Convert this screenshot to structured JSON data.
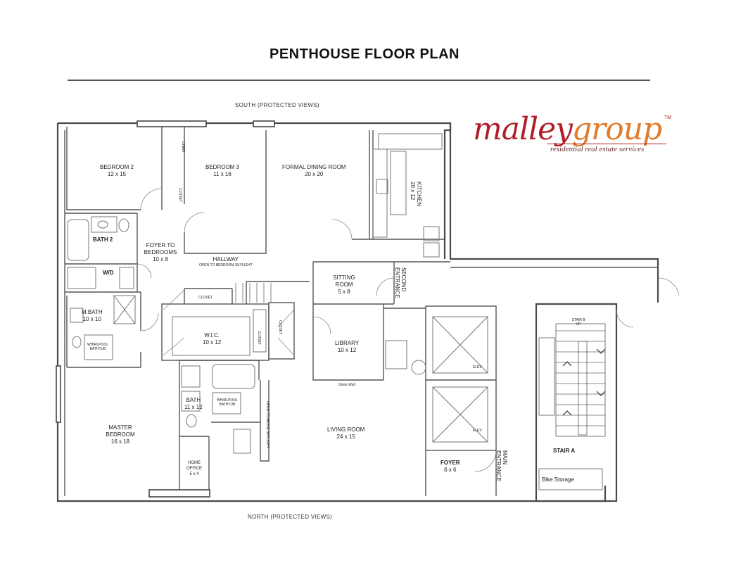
{
  "title": "PENTHOUSE FLOOR PLAN",
  "orientation": {
    "south": "SOUTH (PROTECTED VIEWS)",
    "north": "NORTH (PROTECTED VIEWS)"
  },
  "logo": {
    "word_a": "malley",
    "word_b": "group",
    "tm": "TM",
    "tagline": "residential real estate services"
  },
  "rooms": {
    "bedroom2": {
      "name": "BEDROOM 2",
      "dims": "12 x 15"
    },
    "bedroom3": {
      "name": "BEDROOM 3",
      "dims": "11 x 16"
    },
    "dining": {
      "name": "FORMAL DINING ROOM",
      "dims": "20 x 20"
    },
    "kitchen": {
      "name": "KITCHEN",
      "dims": "20 x 12"
    },
    "bath2": {
      "name": "BATH 2"
    },
    "foyer_bedrooms": {
      "name": "FOYER TO BEDROOMS",
      "dims": "10 x 8"
    },
    "wd": {
      "name": "W/D"
    },
    "hallway": {
      "name": "HALLWAY",
      "note": "OPEN TO BEDROOM SKYLIGHT"
    },
    "sitting": {
      "name": "SITTING ROOM",
      "dims": "5 x 8"
    },
    "second_entrance": {
      "name": "SECOND ENTRANCE"
    },
    "mbath": {
      "name": "M.BATH",
      "dims": "10 x 10"
    },
    "wic": {
      "name": "W.I.C.",
      "dims": "10 x 12"
    },
    "library": {
      "name": "LIBRARY",
      "dims": "10 x 12"
    },
    "bath": {
      "name": "BATH",
      "dims": "11 x 12"
    },
    "master": {
      "name": "MASTER BEDROOM",
      "dims": "16 x 18"
    },
    "living": {
      "name": "LIVING ROOM",
      "dims": "24 x 15"
    },
    "home_office": {
      "name": "HOME OFFICE",
      "dims": "5 x 4"
    },
    "foyer": {
      "name": "FOYER",
      "dims": "6 x 6"
    },
    "main_entrance": {
      "name": "MAIN ENTRANCE"
    },
    "stair_a": {
      "name": "STAIR A"
    },
    "bike_storage": {
      "name": "Bike Storage"
    }
  },
  "labels": {
    "closet_1": "CLOSET",
    "closet_2": "CLOSET",
    "linen": "LINEN",
    "closet_3": "CLOSET",
    "closet_4": "CLOSET",
    "skylight_vert": "OPEN TO ABOVE SKYLIGHT",
    "whirlpool_1": "WHIRLPOOL BATHTUB",
    "whirlpool_2": "WHIRLPOOL BATHTUB",
    "glass_wall": "Glass Wall",
    "elev_1": "ELEV",
    "elev_2": "ELEV",
    "stair_up": "STAIR B UP"
  },
  "colors": {
    "wall": "#4a4a4a",
    "fixture": "#777777",
    "logo_red": "#b01e2a",
    "logo_orange": "#e07b2a"
  }
}
